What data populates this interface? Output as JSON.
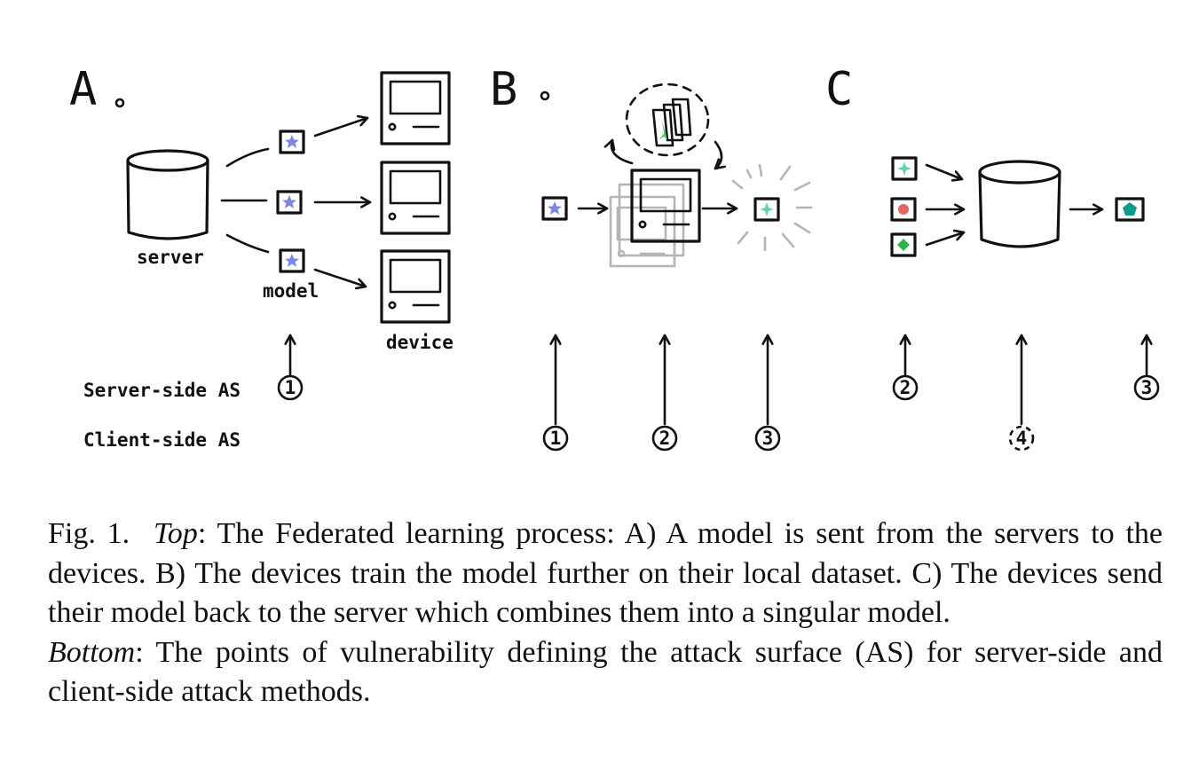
{
  "panels": {
    "a": {
      "letter": "A",
      "labels": {
        "server": "server",
        "model": "model",
        "device": "device"
      }
    },
    "b": {
      "letter": "B"
    },
    "c": {
      "letter": "C"
    }
  },
  "rows": {
    "server_side": {
      "label": "Server-side AS",
      "markers": [
        "1",
        "2",
        "3"
      ]
    },
    "client_side": {
      "label": "Client-side AS",
      "markers": [
        "1",
        "2",
        "3",
        "4"
      ]
    }
  },
  "icon_colors": {
    "model_star": "#7b86e0",
    "trained_sparkle": "#62d5a8",
    "data_tri": "#5fd07a",
    "red_dot": "#e0685f",
    "green_diamond": "#2db54a",
    "teal_pentagon": "#0f9b8b"
  },
  "caption": {
    "fig_label": "Fig. 1.",
    "top_label": "Top",
    "top_text": ": The Federated learning process: A) A model is sent from the servers to the devices. B) The devices train the model further on their local dataset. C) The devices send their model back to the server which combines them into a singular model.",
    "bottom_label": "Bottom",
    "bottom_text": ": The points of vulnerability defining the attack surface (AS) for server-side and client-side attack methods."
  }
}
